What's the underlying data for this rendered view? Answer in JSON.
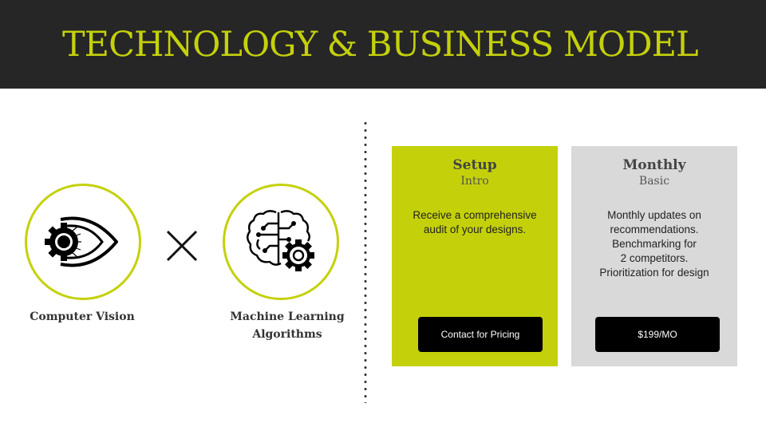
{
  "header": {
    "title": "TECHNOLOGY & BUSINESS MODEL"
  },
  "colors": {
    "accent": "#c4d10a",
    "header_bg": "#262626",
    "card_gray": "#d9d9d9",
    "button_bg": "#000000"
  },
  "technology": {
    "items": [
      {
        "label": "Computer Vision",
        "icon": "eye-gear-icon"
      },
      {
        "label_lines": [
          "Machine Learning",
          "Algorithms"
        ],
        "icon": "brain-gear-icon"
      }
    ],
    "operator_icon": "multiply-icon"
  },
  "plans": [
    {
      "title": "Setup",
      "subtitle": "Intro",
      "description_lines": [
        "Receive a comprehensive",
        "audit of your designs."
      ],
      "button_label": "Contact for Pricing"
    },
    {
      "title": "Monthly",
      "subtitle": "Basic",
      "description_lines": [
        "Monthly updates on",
        "recommendations.",
        "Benchmarking for",
        "2 competitors.",
        "Prioritization for design"
      ],
      "button_label": "$199/MO"
    }
  ]
}
